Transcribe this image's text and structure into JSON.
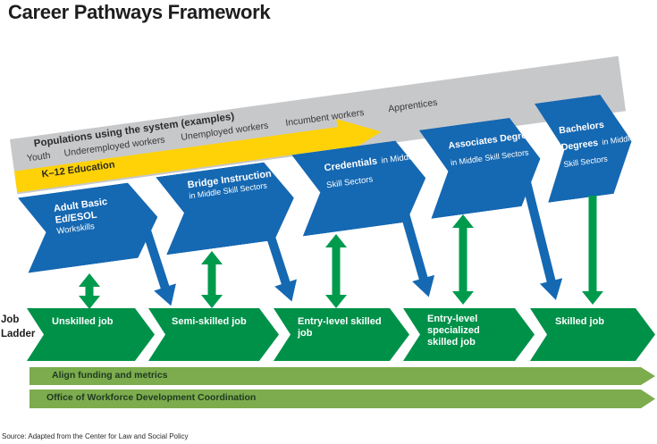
{
  "title": "Career Pathways Framework",
  "band": {
    "header": "Populations using the system (examples)",
    "populations": [
      "Youth",
      "Underemployed workers",
      "Unemployed workers",
      "Incumbent workers",
      "Apprentices"
    ],
    "k12": "K–12 Education"
  },
  "pathways": [
    {
      "bold": "Adult Basic Ed/ESOL",
      "rest": "Workskills"
    },
    {
      "bold": "Bridge Instruction",
      "rest": "in Middle Skill Sectors"
    },
    {
      "bold": "Credentials",
      "rest": "in Middle Skill Sectors"
    },
    {
      "bold": "Associates Degrees",
      "rest": "in Middle Skill Sectors"
    },
    {
      "bold": "Bachelors Degrees",
      "rest": "in Middle Skill Sectors"
    }
  ],
  "job_ladder": {
    "label_line1": "Job",
    "label_line2": "Ladder",
    "jobs": [
      "Unskilled job",
      "Semi-skilled job",
      "Entry-level skilled job",
      "Entry-level specialized skilled job",
      "Skilled job"
    ]
  },
  "bottom_bands": [
    "Align funding and metrics",
    "Office of Workforce Development Coordination"
  ],
  "source": "Source: Adapted from the Center for Law and Social Policy",
  "colors": {
    "pathway_blue": "#1568b2",
    "ladder_green": "#009149",
    "arrow_green": "#009a4d",
    "k12_yellow": "#ffd208",
    "band_gray": "#c7c8ca",
    "bottom_olive": "#7cac4d"
  }
}
